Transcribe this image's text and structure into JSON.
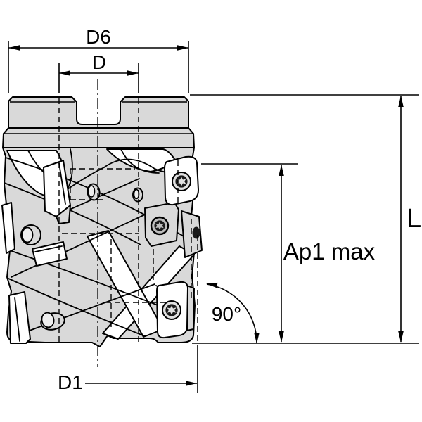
{
  "drawing": {
    "description": "technical dimension drawing of a 90-degree indexable shoulder milling cutter, side view",
    "labels": {
      "d6": "D6",
      "d": "D",
      "d1": "D1",
      "l": "L",
      "ap1": "Ap1 max",
      "angle": "90°"
    },
    "colors": {
      "metal": "#d9d9d9",
      "line": "#000000",
      "bg": "#ffffff"
    }
  }
}
